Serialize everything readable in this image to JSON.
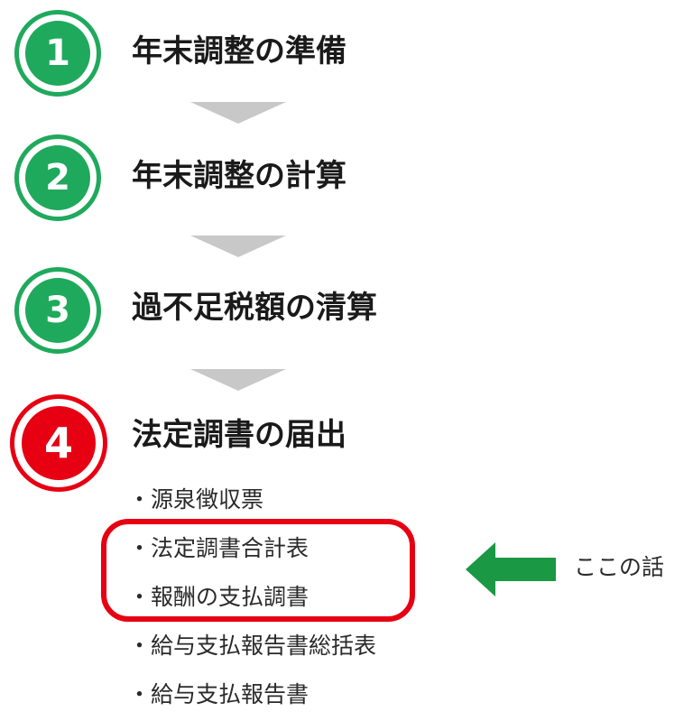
{
  "colors": {
    "green": "#1fa95c",
    "red": "#e60012",
    "arrow_gray": "#c8c8c8",
    "arrow_green": "#1a9844"
  },
  "steps": [
    {
      "number": "1",
      "title": "年末調整の準備"
    },
    {
      "number": "2",
      "title": "年末調整の計算"
    },
    {
      "number": "3",
      "title": "過不足税額の清算"
    },
    {
      "number": "4",
      "title": "法定調書の届出"
    }
  ],
  "documents": [
    "・源泉徴収票",
    "・法定調書合計表",
    "・報酬の支払調書",
    "・給与支払報告書総括表",
    "・給与支払報告書"
  ],
  "note": {
    "label": "ここの話",
    "icon": "left-arrow-icon"
  }
}
